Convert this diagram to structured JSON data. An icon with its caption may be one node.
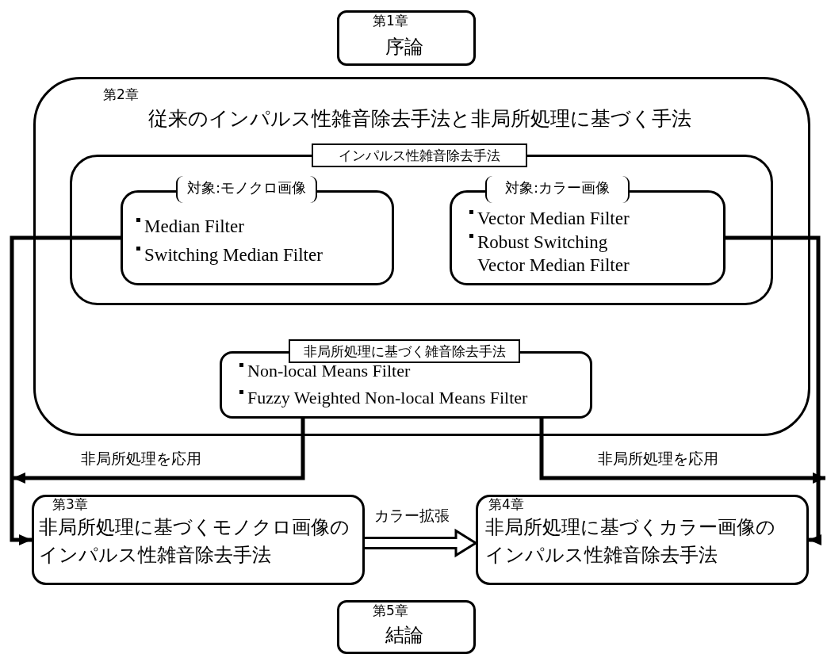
{
  "diagram": {
    "nodes": [
      {
        "text": [
          "第1章",
          "序論"
        ]
      },
      {
        "text": [
          "第2章",
          "従来のインパルス性雑音除去手法と非局所処理に基づく手法"
        ]
      },
      {
        "text": [
          "インパルス性雑音除去手法"
        ],
        "in": 1
      },
      {
        "text": [
          "対象:モノクロ画像",
          "Median Filter",
          "Switching Median Filter"
        ],
        "in": 2
      },
      {
        "text": [
          "対象:カラー画像",
          "Vector Median Filter",
          "Robust Switching Vector Median Filter"
        ],
        "in": 2
      },
      {
        "text": [
          "非局所処理に基づく雑音除去手法",
          "Non-local Means Filter",
          "Fuzzy Weighted Non-local Means Filter"
        ],
        "in": 1
      },
      {
        "text": [
          "第3章",
          "非局所処理に基づくモノクロ画像のインパルス性雑音除去手法"
        ]
      },
      {
        "text": [
          "第4章",
          "非局所処理に基づくカラー画像のインパルス性雑音除去手法"
        ]
      },
      {
        "text": [
          "第5章",
          "結論"
        ]
      }
    ],
    "edges": [
      {
        "from": 3,
        "to": 6,
        "arrow": "to"
      },
      {
        "from": 5,
        "to": 6,
        "arrow": "to",
        "label": "非局所処理を応用"
      },
      {
        "from": 5,
        "to": 7,
        "arrow": "to",
        "label": "非局所処理を応用"
      },
      {
        "from": 4,
        "to": 7,
        "arrow": "to"
      },
      {
        "from": 6,
        "to": 7,
        "arrow": "to",
        "label": "カラー拡張",
        "style": "thick"
      }
    ]
  }
}
